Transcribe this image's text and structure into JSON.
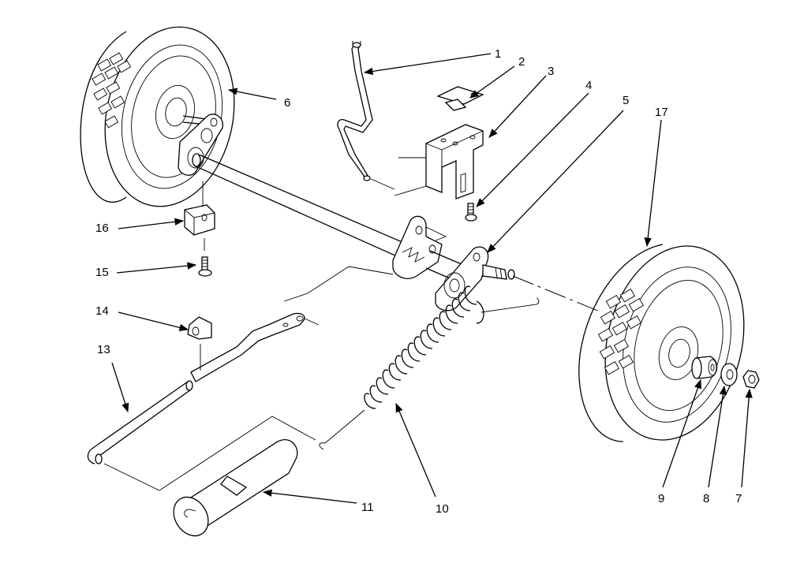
{
  "callouts": [
    {
      "id": "1",
      "label": "1"
    },
    {
      "id": "2",
      "label": "2"
    },
    {
      "id": "3",
      "label": "3"
    },
    {
      "id": "4",
      "label": "4"
    },
    {
      "id": "5",
      "label": "5"
    },
    {
      "id": "6",
      "label": "6"
    },
    {
      "id": "7",
      "label": "7"
    },
    {
      "id": "8",
      "label": "8"
    },
    {
      "id": "9",
      "label": "9"
    },
    {
      "id": "10",
      "label": "10"
    },
    {
      "id": "11",
      "label": "11"
    },
    {
      "id": "13",
      "label": "13"
    },
    {
      "id": "14",
      "label": "14"
    },
    {
      "id": "15",
      "label": "15"
    },
    {
      "id": "16",
      "label": "16"
    },
    {
      "id": "17",
      "label": "17"
    }
  ]
}
